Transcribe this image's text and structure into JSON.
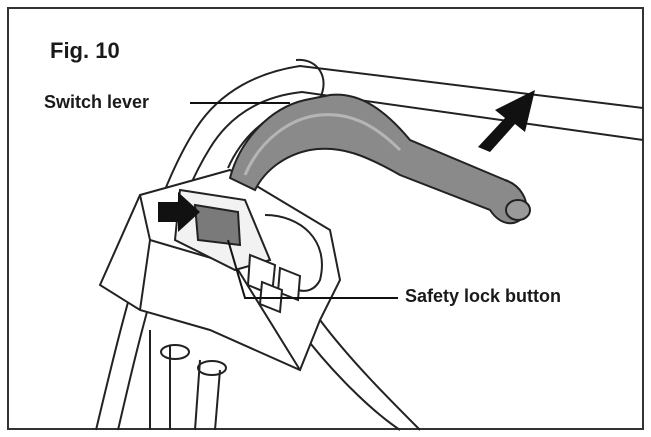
{
  "figure": {
    "title": "Fig. 10",
    "labels": {
      "switch_lever": "Switch lever",
      "safety_lock_button": "Safety lock button"
    },
    "colors": {
      "lever_fill": "#8a8a8a",
      "button_fill": "#7a7a7a",
      "arrow_fill": "#111111",
      "outline": "#222222"
    },
    "icons": {
      "push_arrow": "arrow-right-icon",
      "pull_arrow": "arrow-up-right-icon"
    }
  }
}
